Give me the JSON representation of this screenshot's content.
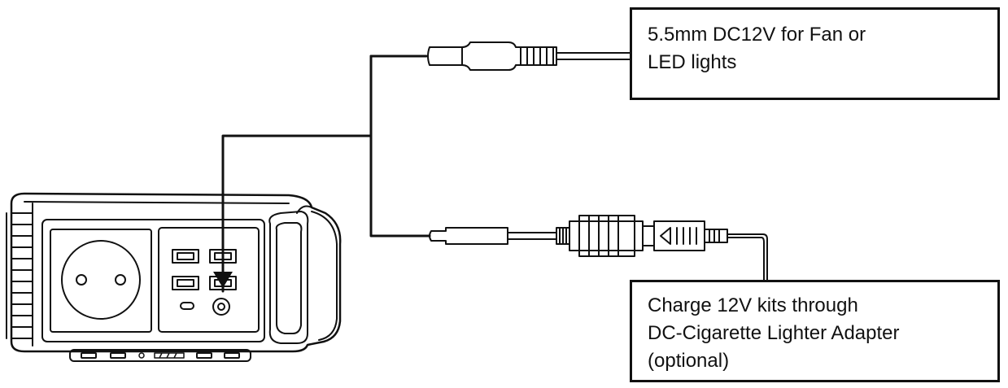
{
  "callouts": {
    "dc_output": {
      "lines": [
        "5.5mm DC12V for Fan or",
        "LED lights"
      ]
    },
    "car_charge": {
      "lines": [
        "Charge 12V kits through",
        "DC-Cigarette Lighter Adapter",
        "(optional)"
      ]
    }
  },
  "icons": {
    "device": "portable-power-station",
    "outlet": "ac-outlet",
    "dc_plug": "dc-barrel-plug",
    "lighter_adapter": "cigarette-lighter-adapter"
  },
  "colors": {
    "stroke": "#111111",
    "background": "#ffffff"
  }
}
